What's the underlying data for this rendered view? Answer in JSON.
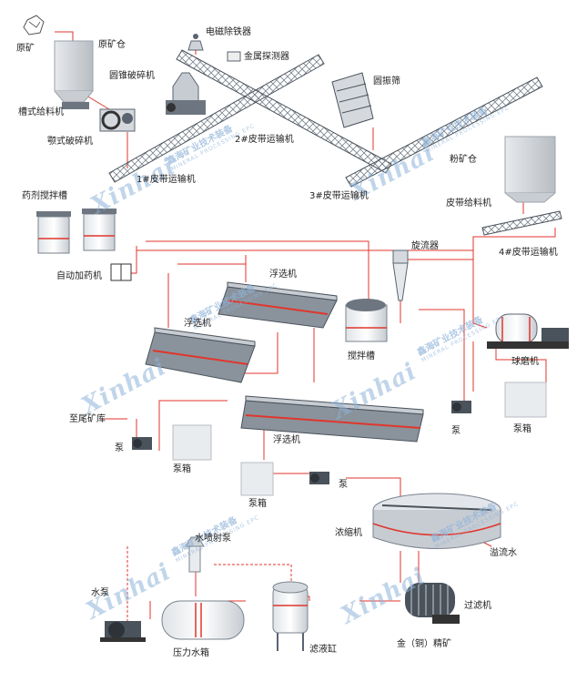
{
  "labels": {
    "raw_ore": "原矿",
    "raw_ore_bin": "原矿仓",
    "trough_feeder": "槽式给料机",
    "jaw_crusher": "颚式破碎机",
    "cone_crusher": "圆锥破碎机",
    "magnetic_separator": "电磁除铁器",
    "metal_detector": "金属探测器",
    "vibrating_screen": "圆振筛",
    "belt_conveyor_1": "1#皮带运输机",
    "belt_conveyor_2": "2#皮带运输机",
    "belt_conveyor_3": "3#皮带运输机",
    "powder_bin": "粉矿仓",
    "belt_feeder": "皮带给料机",
    "belt_conveyor_4": "4#皮带运输机",
    "reagent_tank": "药剂搅拌槽",
    "auto_dosing": "自动加药机",
    "hydrocyclone": "旋流器",
    "flotation_1": "浮选机",
    "flotation_2": "浮选机",
    "flotation_3": "浮选机",
    "agitation_tank": "搅拌槽",
    "ball_mill": "球磨机",
    "to_tailings": "至尾矿库",
    "pump_1": "泵",
    "pump_box_1": "泵箱",
    "pump_2": "泵",
    "pump_box_2": "泵箱",
    "pump_3": "泵",
    "pump_box_3": "泵箱",
    "thickener": "浓缩机",
    "overflow": "溢流水",
    "water_jet_pump": "水喷射泵",
    "water_pump": "水泵",
    "pressure_tank": "压力水箱",
    "filtrate_tank": "滤液缸",
    "filter": "过滤机",
    "concentrate": "金（铜）精矿"
  },
  "watermark": {
    "logo": "Xinhai",
    "cn": "鑫海矿业技术装备",
    "en": "MINERAL PROCESSING EPC"
  },
  "colors": {
    "flow_line": "#e0362c",
    "frame": "#9aa3ad",
    "equipment": "#5a6470",
    "watermark": "#8fb3d9"
  }
}
